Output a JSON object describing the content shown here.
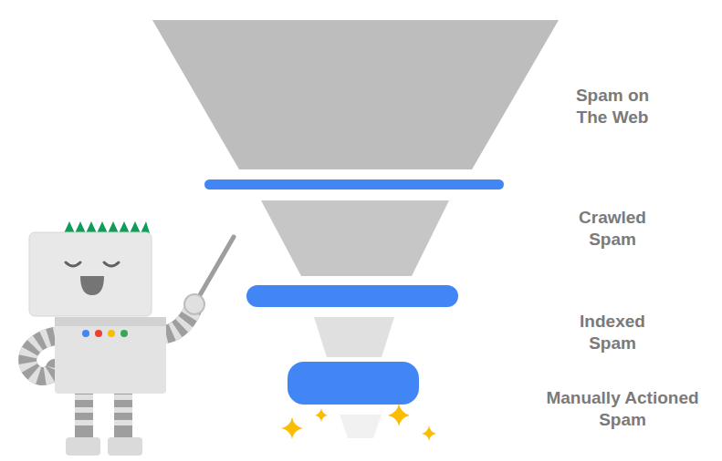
{
  "diagram": {
    "labels": [
      "Spam on The Web",
      "Crawled Spam",
      "Indexed Spam",
      "Manually Actioned Spam"
    ]
  }
}
